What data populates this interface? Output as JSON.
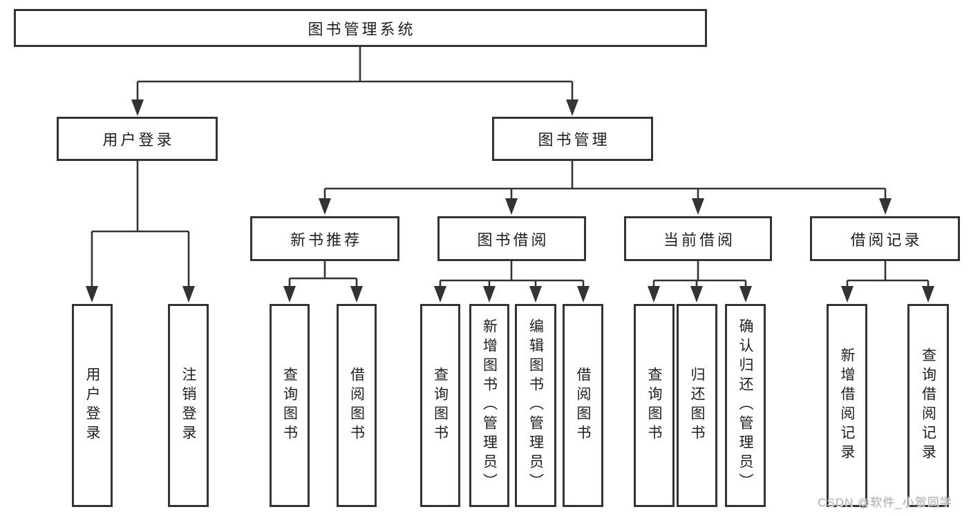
{
  "diagram": {
    "tree": {
      "label": "图书管理系统",
      "children": [
        {
          "label": "用户登录",
          "children": [
            {
              "label": "用户登录"
            },
            {
              "label": "注销登录"
            }
          ]
        },
        {
          "label": "图书管理",
          "children": [
            {
              "label": "新书推荐",
              "children": [
                {
                  "label": "查询图书"
                },
                {
                  "label": "借阅图书"
                }
              ]
            },
            {
              "label": "图书借阅",
              "children": [
                {
                  "label": "查询图书"
                },
                {
                  "label": "新增图书（管理员）"
                },
                {
                  "label": "编辑图书（管理员）"
                },
                {
                  "label": "借阅图书"
                }
              ]
            },
            {
              "label": "当前借阅",
              "children": [
                {
                  "label": "查询图书"
                },
                {
                  "label": "归还图书"
                },
                {
                  "label": "确认归还（管理员）"
                }
              ]
            },
            {
              "label": "借阅记录",
              "children": [
                {
                  "label": "新增借阅记录"
                },
                {
                  "label": "查询借阅记录"
                }
              ]
            }
          ]
        }
      ]
    },
    "watermark": {
      "text": "CSDN @软件_小贺同学"
    },
    "colors": {
      "border": "#333333",
      "connector": "#333333",
      "text": "#1f1f1f",
      "watermark_text": "#b3b3b3",
      "background": "#ffffff"
    }
  }
}
